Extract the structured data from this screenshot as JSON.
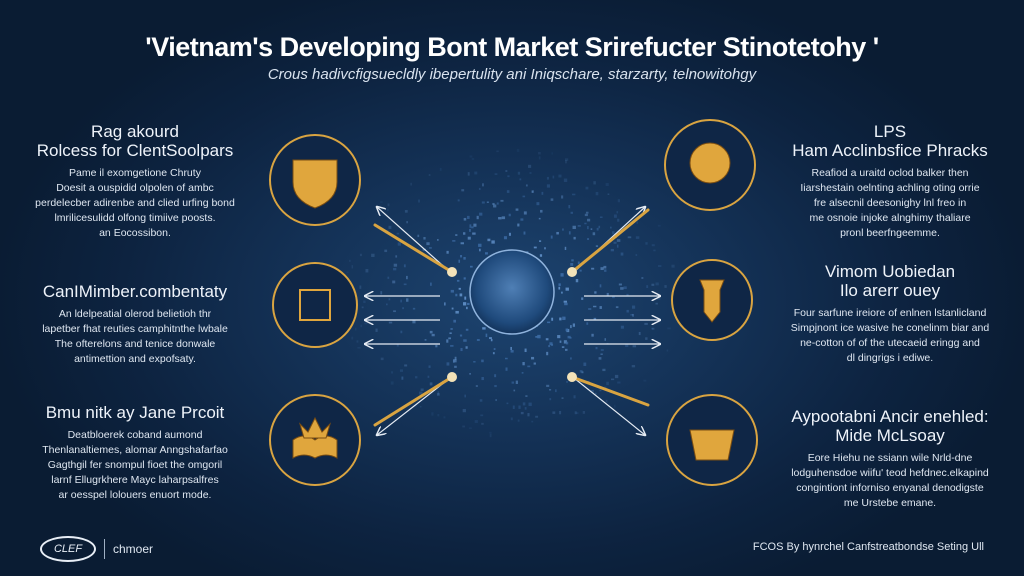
{
  "header": {
    "title": "'Vietnam's Developing Bont Market Srirefucter Stinotetohy '",
    "subtitle": "Crous hadivcfigsuecldly ibepertulity ani Iniqschare, starzarty, telnowitohgy"
  },
  "left_blocks": [
    {
      "heading": "Rag akourd\nRolcess for ClentSoolpars",
      "body": "Pame il exomgetione Chruty\nDoesit a ouspidid olpolen of ambc\nperdelecber adirenbe and clied urfing bond\nlmrilicesulidd olfong timiive poosts.\nan Eocossibon.",
      "icon": "shield-emblem-icon"
    },
    {
      "heading": "CanIMimber.combentaty",
      "body": "An ldelpeatial olerod belietioh thr\nlapetber fhat reuties camphitnthe lwbale\nThe ofterelons and tenice donwale\nantimettion and expofsaty.",
      "icon": "circuit-chip-icon"
    },
    {
      "heading": "Bmu nitk ay Jane Prcoit",
      "body": "Deatbloerek coband aumond\nThenlanaltiemes, alomar Anngshafarfao\nGagthgil fer snompul fioet the omgoril\nlarnf Ellugrkhere Mayc laharpsalfres\nar oesspel lolouers enuort mode.",
      "icon": "open-book-crown-icon"
    }
  ],
  "right_blocks": [
    {
      "heading": "LPS\nHam Acclinbsfice Phracks",
      "body": "Reafiod a uraitd oclod balker then\nIiarshestain oelnting achling oting orrie\nfre alsecnil deesonighy lnl freo in\nme osnoie injoke alnghimy thaliare\npronl beerfngeemme.",
      "icon": "globe-emblem-icon"
    },
    {
      "heading": "Vimom Uobiedan\nIlo arerr ouey",
      "body": "Four sarfune ireiore of enlnen lstanlicland\nSimpjnont ice wasive he conelinm biar and\nne-cotton of of the utecaeid eringg and\ndl dingrigs i ediwe.",
      "icon": "pillar-vase-icon"
    },
    {
      "heading": "Aypootabni Ancir enehled:\nMide McLsoay",
      "body": "Eore Hiehu ne ssiann wile Nrld-dne\nlodguhensdoe wiifu' teod hefdnec.elkapind\ncongintiont inforniso enyanal denodigste\nme Urstebe emane.",
      "icon": "temple-bowl-icon"
    }
  ],
  "footer": {
    "logo_text": "CLEF",
    "brand": "chmoer",
    "credit": "FCOS By hynrchel Canfstreatbondse Seting Ull"
  },
  "colors": {
    "gold": "#d9a441",
    "navy": "#0d2340",
    "glow": "#5d8cc4"
  }
}
